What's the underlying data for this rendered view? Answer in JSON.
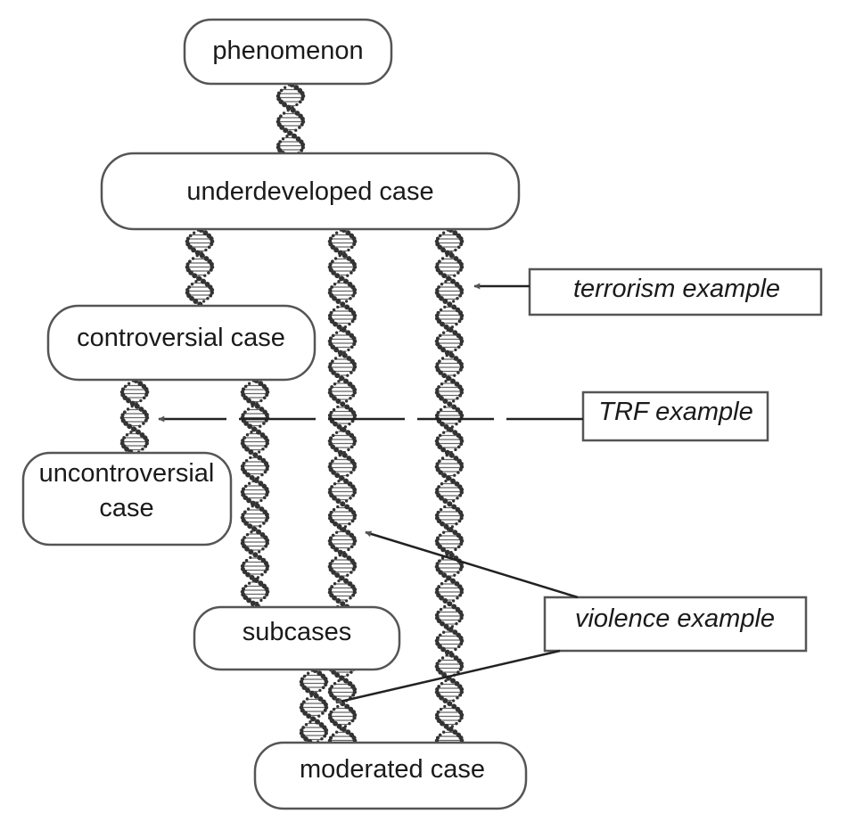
{
  "diagram": {
    "nodes": {
      "phenomenon": "phenomenon",
      "underdeveloped": "underdeveloped case",
      "controversial": "controversial case",
      "uncontroversial_line1": "uncontroversial",
      "uncontroversial_line2": "case",
      "subcases": "subcases",
      "moderated": "moderated case"
    },
    "examples": {
      "terrorism": "terrorism example",
      "trf": "TRF example",
      "violence": "violence example"
    },
    "connector_icon": "dna-helix-icon",
    "colors": {
      "helix": "#333333",
      "box_stroke": "#555555",
      "arrow": "#222222"
    }
  }
}
